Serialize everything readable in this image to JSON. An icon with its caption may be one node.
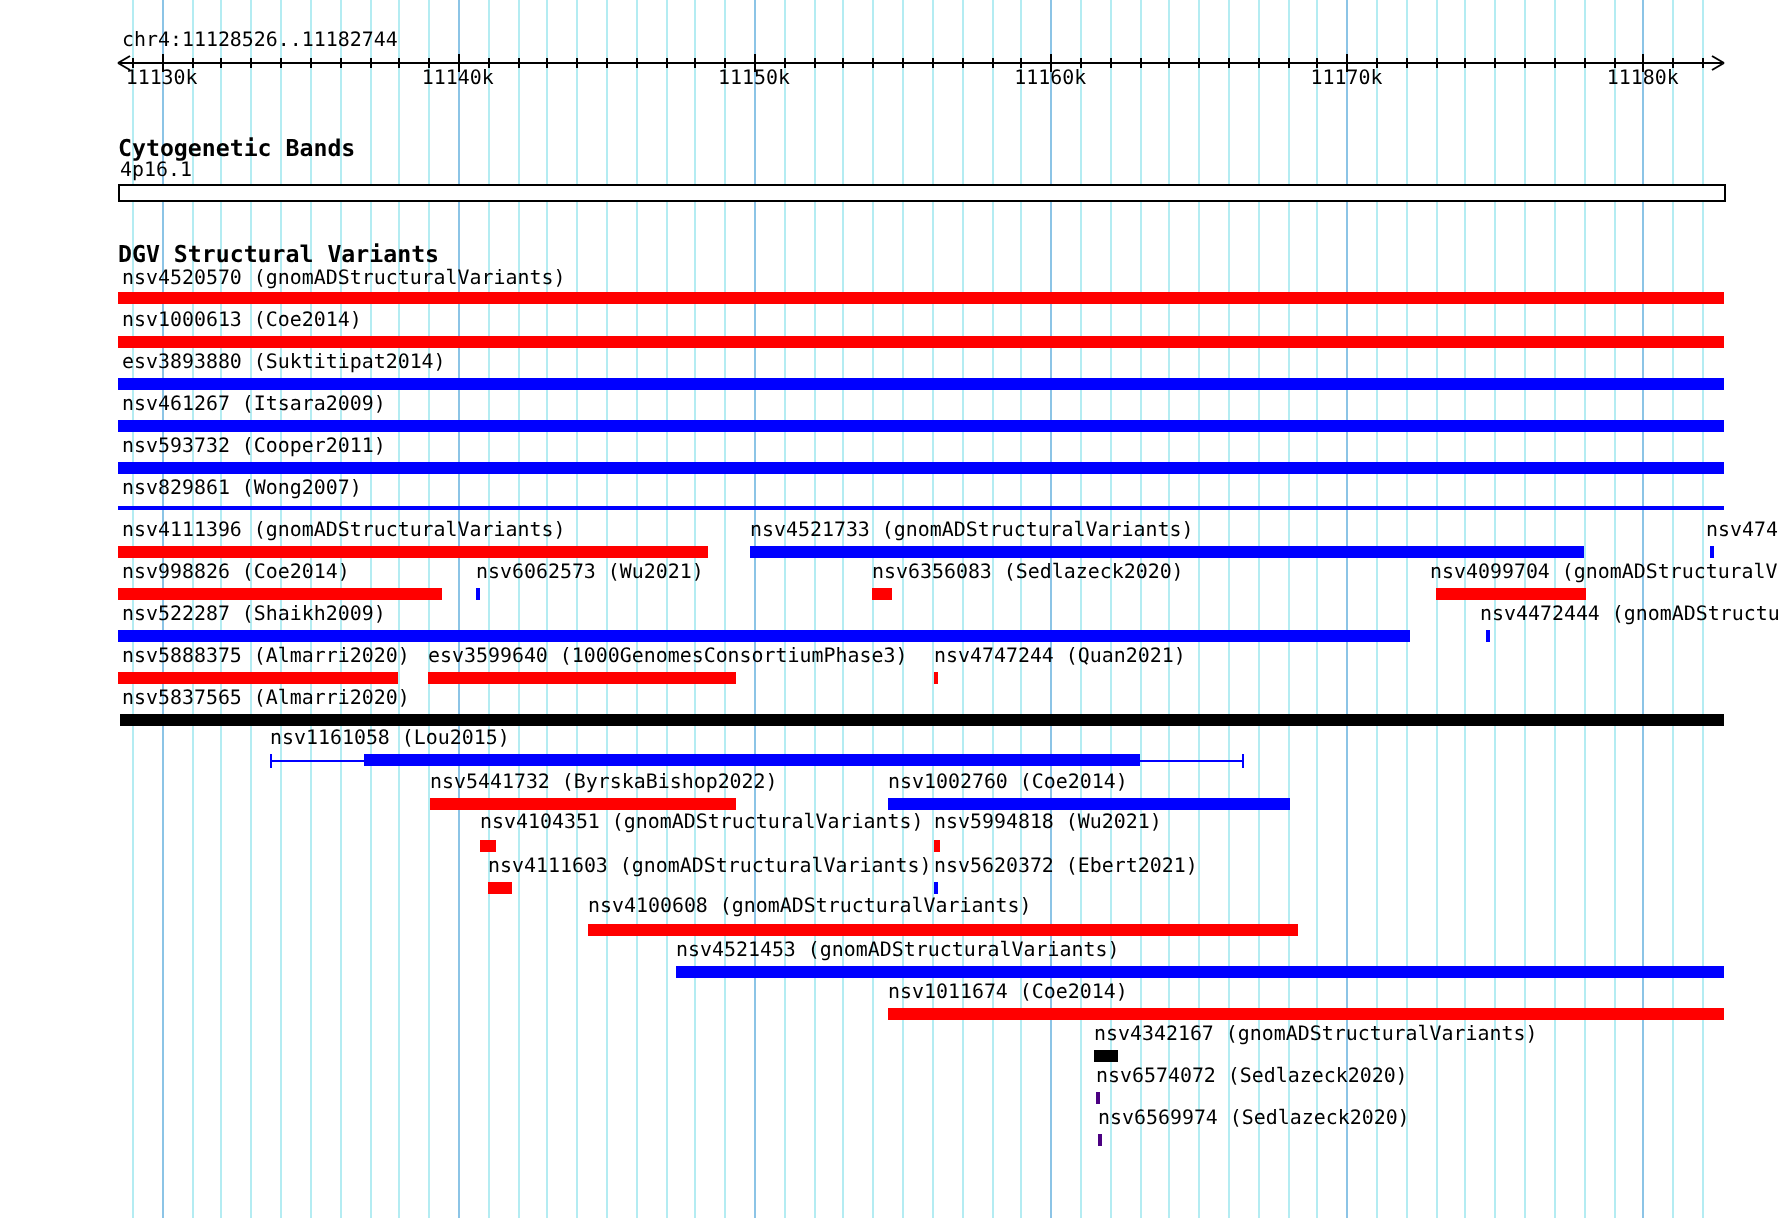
{
  "diagram": {
    "labels": [
      "chr4:11128526..11182744",
      "11130k",
      "11140k",
      "11150k",
      "11160k",
      "11170k",
      "11180k",
      "Cytogenetic Bands",
      "4p16.1",
      "DGV Structural Variants",
      "nsv4520570 (gnomADStructuralVariants)",
      "nsv1000613 (Coe2014)",
      "esv3893880 (Suktitipat2014)",
      "nsv461267 (Itsara2009)",
      "nsv593732 (Cooper2011)",
      "nsv829861 (Wong2007)",
      "nsv4111396 (gnomADStructuralVariants)",
      "nsv4521733 (gnomADStructuralVariants)",
      "nsv474",
      "nsv998826 (Coe2014)",
      "nsv6062573 (Wu2021)",
      "nsv6356083 (Sedlazeck2020)",
      "nsv4099704 (gnomADStructuralV",
      "nsv522287 (Shaikh2009)",
      "nsv4472444 (gnomADStructu",
      "nsv5888375 (Almarri2020)",
      "esv3599640 (1000GenomesConsortiumPhase3)",
      "nsv4747244 (Quan2021)",
      "nsv5837565 (Almarri2020)",
      "nsv1161058 (Lou2015)",
      "nsv5441732 (ByrskaBishop2022)",
      "nsv1002760 (Coe2014)",
      "nsv4104351 (gnomADStructuralVariants)",
      "nsv5994818 (Wu2021)",
      "nsv4111603 (gnomADStructuralVariants)",
      "nsv5620372 (Ebert2021)",
      "nsv4100608 (gnomADStructuralVariants)",
      "nsv4521453 (gnomADStructuralVariants)",
      "nsv1011674 (Coe2014)",
      "nsv4342167 (gnomADStructuralVariants)",
      "nsv6574072 (Sedlazeck2020)",
      "nsv6569974 (Sedlazeck2020)"
    ]
  }
}
